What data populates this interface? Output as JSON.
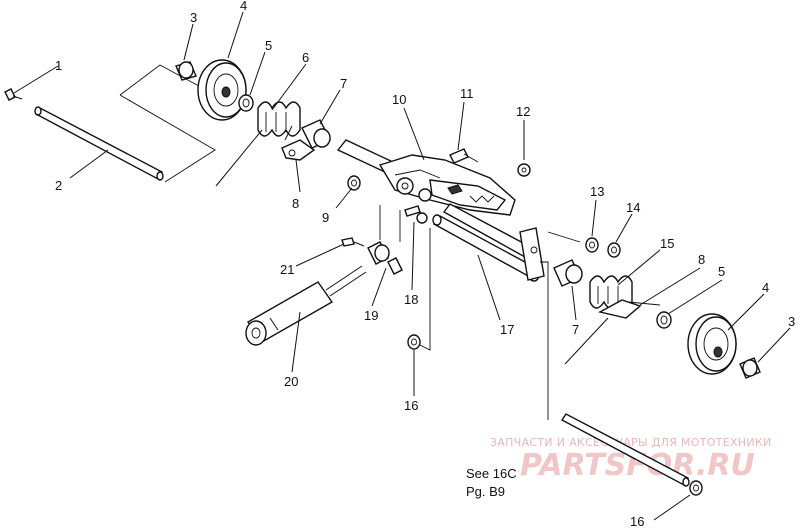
{
  "callouts": [
    {
      "id": "c1",
      "text": "1"
    },
    {
      "id": "c2",
      "text": "2"
    },
    {
      "id": "c3a",
      "text": "3"
    },
    {
      "id": "c4a",
      "text": "4"
    },
    {
      "id": "c5a",
      "text": "5"
    },
    {
      "id": "c6",
      "text": "6"
    },
    {
      "id": "c7a",
      "text": "7"
    },
    {
      "id": "c8a",
      "text": "8"
    },
    {
      "id": "c9",
      "text": "9"
    },
    {
      "id": "c10",
      "text": "10"
    },
    {
      "id": "c11",
      "text": "11"
    },
    {
      "id": "c12",
      "text": "12"
    },
    {
      "id": "c13",
      "text": "13"
    },
    {
      "id": "c14",
      "text": "14"
    },
    {
      "id": "c15",
      "text": "15"
    },
    {
      "id": "c8b",
      "text": "8"
    },
    {
      "id": "c5b",
      "text": "5"
    },
    {
      "id": "c4b",
      "text": "4"
    },
    {
      "id": "c3b",
      "text": "3"
    },
    {
      "id": "c7b",
      "text": "7"
    },
    {
      "id": "c17",
      "text": "17"
    },
    {
      "id": "c18",
      "text": "18"
    },
    {
      "id": "c19",
      "text": "19"
    },
    {
      "id": "c20",
      "text": "20"
    },
    {
      "id": "c21",
      "text": "21"
    },
    {
      "id": "c16a",
      "text": "16"
    },
    {
      "id": "c16b",
      "text": "16"
    }
  ],
  "reference_note": {
    "line1": "See 16C",
    "line2": "Pg. B9"
  },
  "watermark": {
    "tagline": "ЗАПЧАСТИ И АКСЕССУАРЫ ДЛЯ МОТОТЕХНИКИ",
    "brand": "PARTSFOR.RU"
  },
  "colors": {
    "ink": "#111111",
    "watermark": "#e8a0a0",
    "background": "#ffffff"
  }
}
